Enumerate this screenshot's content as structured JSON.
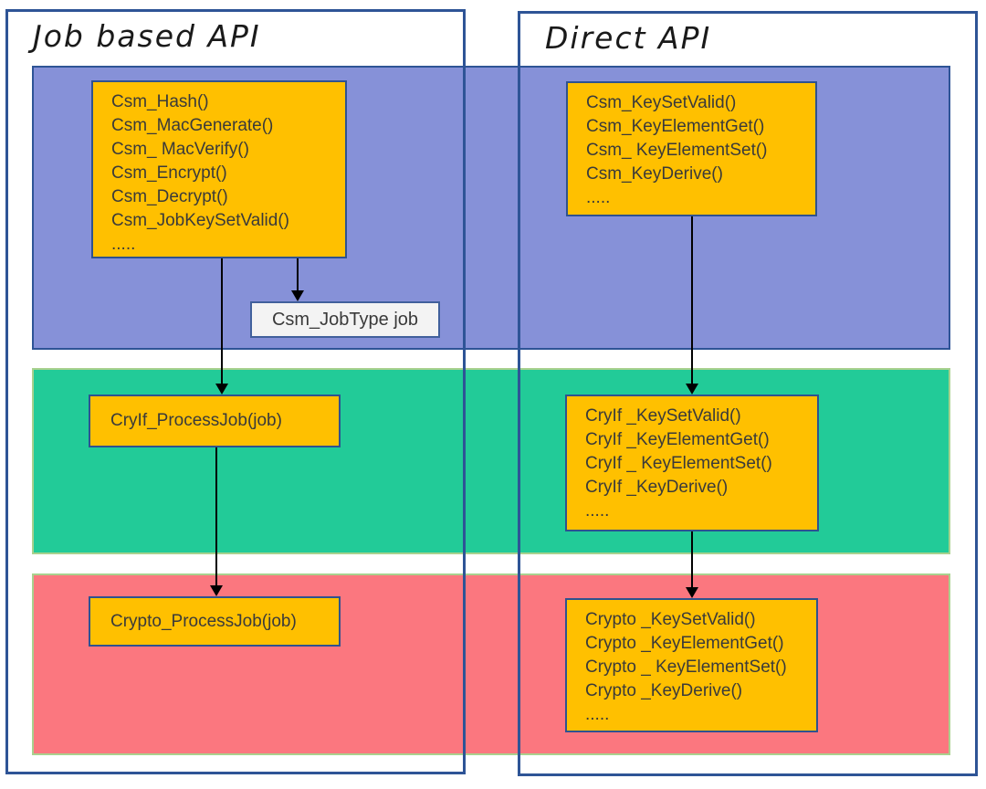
{
  "diagram": {
    "columns": {
      "left": {
        "title": "Job based API"
      },
      "right": {
        "title": "Direct API"
      }
    },
    "layers": {
      "top_band_color": "#8691D8",
      "middle_band_color": "#22CB98",
      "bottom_band_color": "#FB777F",
      "band_light_border": "#A9D18E",
      "frame_border_color": "#2E5496",
      "box_fill": "#FFC000",
      "box_border": "#2F528F",
      "jobtype_fill": "#F3F3F3",
      "arrow_color": "#000000"
    },
    "boxes": {
      "csm_job": {
        "lines": [
          "Csm_Hash()",
          "Csm_MacGenerate()",
          "Csm_ MacVerify()",
          "Csm_Encrypt()",
          "Csm_Decrypt()",
          "Csm_JobKeySetValid()",
          "....."
        ]
      },
      "csm_direct": {
        "lines": [
          "Csm_KeySetValid()",
          "Csm_KeyElementGet()",
          "Csm_ KeyElementSet()",
          "Csm_KeyDerive()",
          "....."
        ]
      },
      "jobtype": {
        "label": "Csm_JobType job"
      },
      "cryif_job": {
        "label": "CryIf_ProcessJob(job)"
      },
      "cryif_direct": {
        "lines": [
          "CryIf _KeySetValid()",
          "CryIf _KeyElementGet()",
          "CryIf _ KeyElementSet()",
          "CryIf _KeyDerive()",
          "....."
        ]
      },
      "crypto_job": {
        "label": "Crypto_ProcessJob(job)"
      },
      "crypto_direct": {
        "lines": [
          "Crypto _KeySetValid()",
          "Crypto _KeyElementGet()",
          "Crypto _ KeyElementSet()",
          "Crypto _KeyDerive()",
          "....."
        ]
      }
    }
  }
}
